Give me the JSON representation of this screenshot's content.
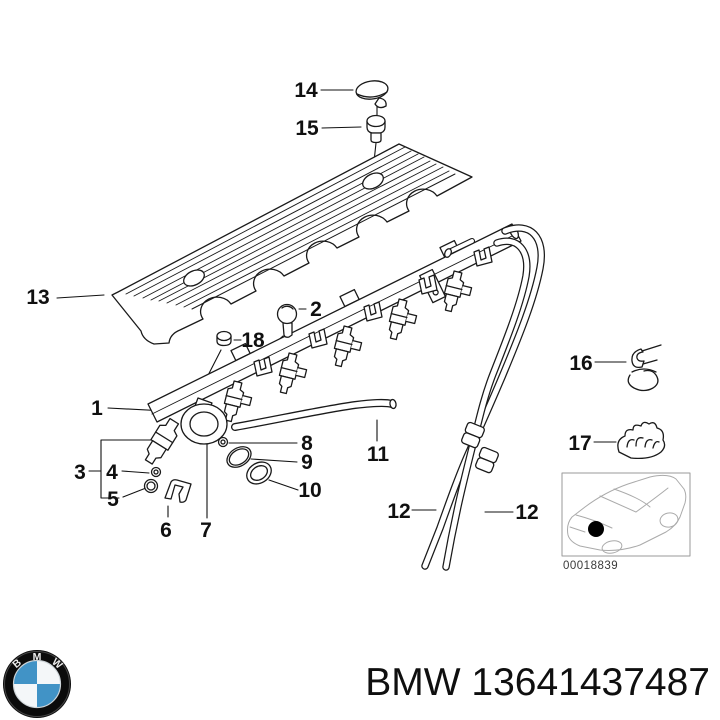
{
  "diagram": {
    "callouts": {
      "c1": "1",
      "c2": "2",
      "c3": "3",
      "c4": "4",
      "c5": "5",
      "c6": "6",
      "c7": "7",
      "c8": "8",
      "c9": "9",
      "c10": "10",
      "c11": "11",
      "c12a": "12",
      "c12b": "12",
      "c13": "13",
      "c14": "14",
      "c15": "15",
      "c16": "16",
      "c17": "17",
      "c18": "18"
    },
    "thumbnail": {
      "code": "00018839"
    }
  },
  "footer": {
    "part_text": "BMW 13641437487",
    "logo": {
      "letter_b": "B",
      "letter_m": "M",
      "letter_w": "W"
    }
  },
  "colors": {
    "logo_blue": "#4193c6",
    "logo_white": "#f4f7f9"
  }
}
